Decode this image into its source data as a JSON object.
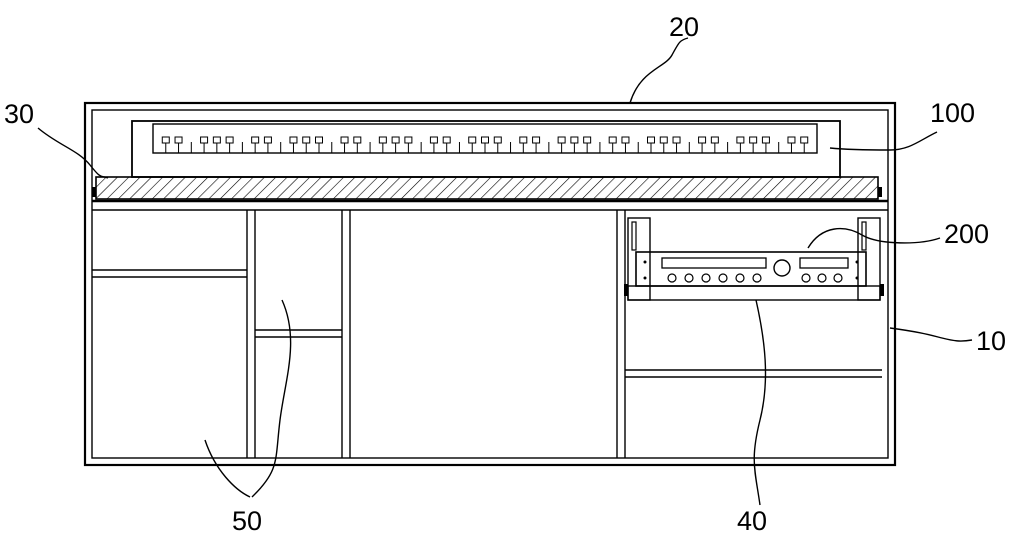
{
  "figure": {
    "labels": {
      "cabinet": "10",
      "cover": "20",
      "table_plate": "30",
      "mounting_bracket": "40",
      "compartments": "50",
      "keyboard": "100",
      "device": "200"
    }
  }
}
